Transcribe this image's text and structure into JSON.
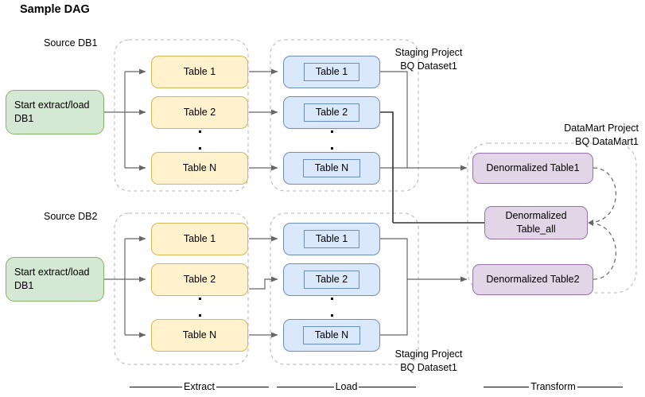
{
  "title": "Sample DAG",
  "colors": {
    "green_fill": "#d5e8d4",
    "green_stroke": "#82b366",
    "yellow_fill": "#fff2cc",
    "yellow_stroke": "#d6b656",
    "blue_fill": "#dae8fc",
    "blue_stroke": "#6c8ebf",
    "purple_fill": "#e1d5e7",
    "purple_stroke": "#9673a6",
    "group_stroke": "#b3b3b3",
    "edge_stroke": "#666666",
    "text": "#000000",
    "background": "#ffffff"
  },
  "group_labels": {
    "source_db1": "Source DB1",
    "source_db2": "Source DB2",
    "staging_top": "Staging Project\nBQ Dataset1",
    "staging_bottom": "Staging Project\nBQ Dataset1",
    "datamart": "DataMart Project\nBQ DataMart1"
  },
  "start_nodes": [
    {
      "id": "start-db1-top",
      "label": "Start extract/load\nDB1"
    },
    {
      "id": "start-db1-bottom",
      "label": "Start extract/load\nDB1"
    }
  ],
  "extract_top": {
    "group": "Source DB1",
    "tables": [
      {
        "label": "Table 1"
      },
      {
        "label": "Table 2"
      },
      {
        "label": "Table N"
      }
    ]
  },
  "extract_bottom": {
    "group": "Source DB2",
    "tables": [
      {
        "label": "Table 1"
      },
      {
        "label": "Table 2"
      },
      {
        "label": "Table N"
      }
    ]
  },
  "load_top": {
    "group": "Staging Project BQ Dataset1",
    "tables": [
      {
        "label": "Table 1"
      },
      {
        "label": "Table 2"
      },
      {
        "label": "Table N"
      }
    ]
  },
  "load_bottom": {
    "group": "Staging Project BQ Dataset1",
    "tables": [
      {
        "label": "Table 1"
      },
      {
        "label": "Table 2"
      },
      {
        "label": "Table N"
      }
    ]
  },
  "transform": {
    "group": "DataMart Project BQ DataMart1",
    "tables": [
      {
        "label": "Denormalized Table1"
      },
      {
        "label": "Denormalized\nTable_all"
      },
      {
        "label": "Denormalized Table2"
      }
    ]
  },
  "phases": [
    {
      "label": "Extract"
    },
    {
      "label": "Load"
    },
    {
      "label": "Transform"
    }
  ]
}
